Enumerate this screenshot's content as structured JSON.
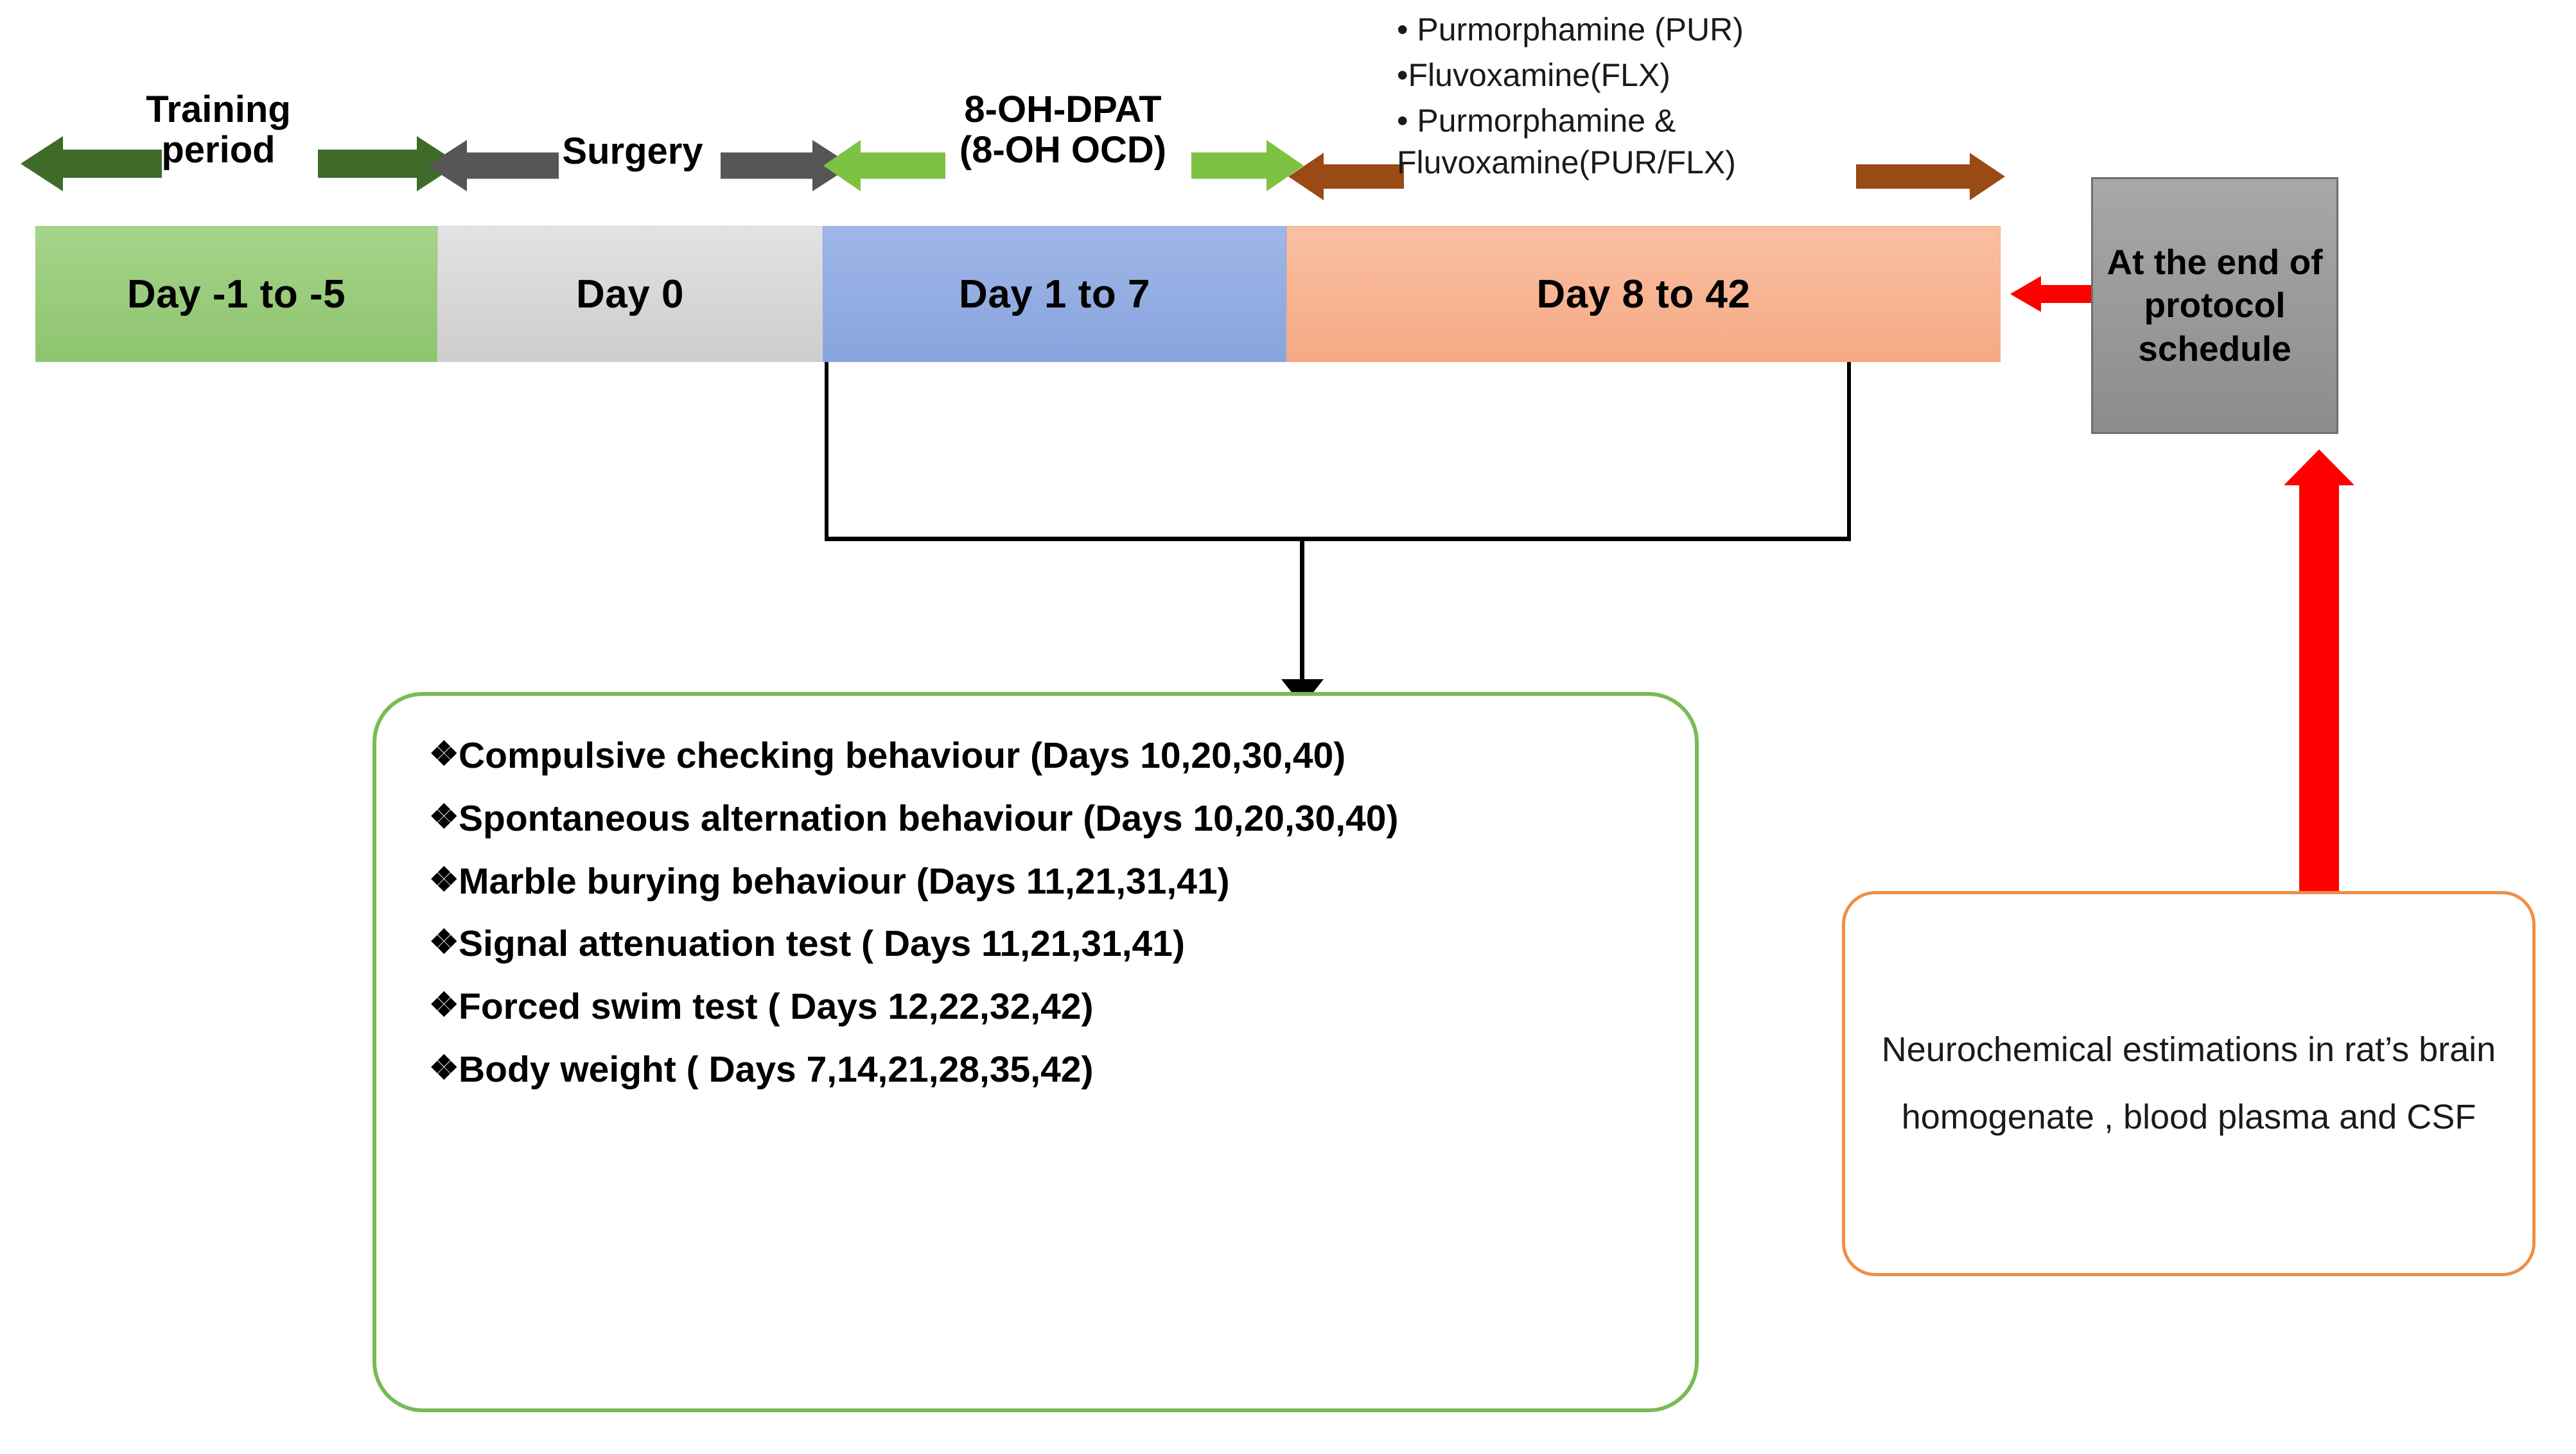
{
  "diagram": {
    "title": "Experimental protocol schedule timeline",
    "colors": {
      "phase_training": "#8ec46e",
      "phase_surgery": "#cdcdcd",
      "phase_induction": "#88a4dd",
      "phase_treatment": "#f6a984",
      "arrow_dark_green": "#3f6b28",
      "arrow_gray": "#565656",
      "arrow_light_green": "#7dc242",
      "arrow_brown": "#9a4a15",
      "arrow_red": "#fe0000",
      "box_green_border": "#77bb55",
      "box_orange_border": "#ef8e45",
      "box_gray_fill": "#8c8c8c"
    }
  },
  "timeline": {
    "segments": [
      {
        "id": "training",
        "day_label": "Day -1  to -5",
        "phase_label": "Training\nperiod"
      },
      {
        "id": "surgery",
        "day_label": "Day  0",
        "phase_label": "Surgery"
      },
      {
        "id": "induction",
        "day_label": "Day 1 to 7",
        "phase_label": "8-OH-DPAT\n(8-OH OCD)"
      },
      {
        "id": "treatment",
        "day_label": "Day  8 to 42",
        "phase_label": ""
      }
    ]
  },
  "treatment_groups": {
    "items": [
      "• Purmorphamine (PUR)",
      "•Fluvoxamine(FLX)",
      "• Purmorphamine &\nFluvoxamine(PUR/FLX)"
    ]
  },
  "behaviour_box": {
    "bullet_glyph": "❖",
    "items": [
      "Compulsive checking behaviour (Days 10,20,30,40)",
      "Spontaneous alternation behaviour (Days 10,20,30,40)",
      "Marble burying behaviour (Days 11,21,31,41)",
      "Signal attenuation test ( Days 11,21,31,41)",
      "Forced swim test ( Days 12,22,32,42)",
      "Body weight ( Days  7,14,21,28,35,42)"
    ]
  },
  "protocol_end_box": {
    "text": "At the end of\nprotocol\nschedule"
  },
  "neuro_box": {
    "text": "Neurochemical estimations in rat’s brain homogenate , blood plasma and CSF"
  }
}
